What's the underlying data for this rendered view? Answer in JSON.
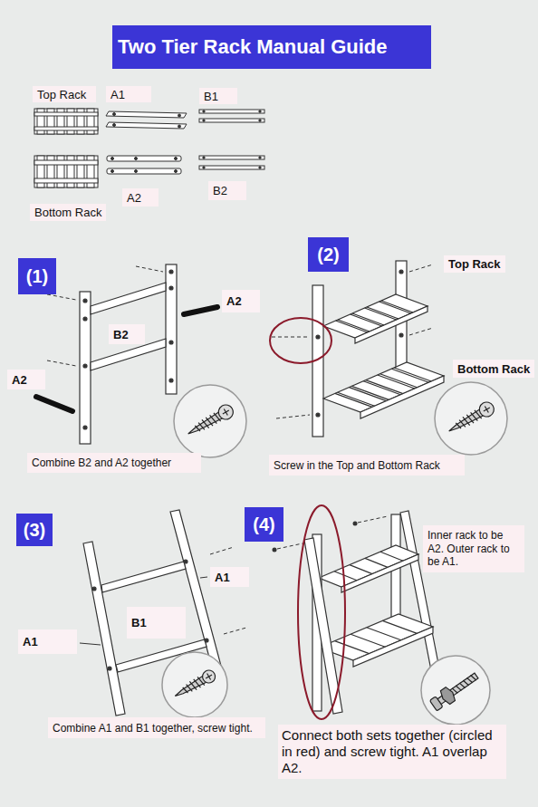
{
  "diagram": {
    "title": "Two Tier Rack Manual Guide",
    "nodes": [
      {
        "text": [
          "Top Rack"
        ]
      },
      {
        "text": [
          "A1"
        ]
      },
      {
        "text": [
          "B1"
        ]
      },
      {
        "text": [
          "Bottom Rack"
        ]
      },
      {
        "text": [
          "A2"
        ]
      },
      {
        "text": [
          "B2"
        ]
      },
      {
        "text": [
          "(1)"
        ]
      },
      {
        "text": [
          "A2"
        ]
      },
      {
        "text": [
          "(2)"
        ]
      },
      {
        "text": [
          "Top Rack"
        ]
      },
      {
        "text": [
          "B2"
        ]
      },
      {
        "text": [
          "A2"
        ]
      },
      {
        "text": [
          "Bottom Rack"
        ]
      },
      {
        "text": [
          "Combine B2 and A2 together"
        ]
      },
      {
        "text": [
          "Screw in the Top and Bottom Rack"
        ]
      },
      {
        "text": [
          "(3)"
        ]
      },
      {
        "text": [
          "(4)"
        ]
      },
      {
        "text": [
          "Inner rack to be A2. Outer rack to be A1."
        ]
      },
      {
        "text": [
          "A1"
        ]
      },
      {
        "text": [
          "B1"
        ]
      },
      {
        "text": [
          "A1"
        ]
      },
      {
        "text": [
          "Combine A1 and B1 together, screw tight."
        ]
      },
      {
        "text": [
          "Connect both sets together (circled in red) and screw tight. A1 overlap A2."
        ]
      }
    ]
  }
}
